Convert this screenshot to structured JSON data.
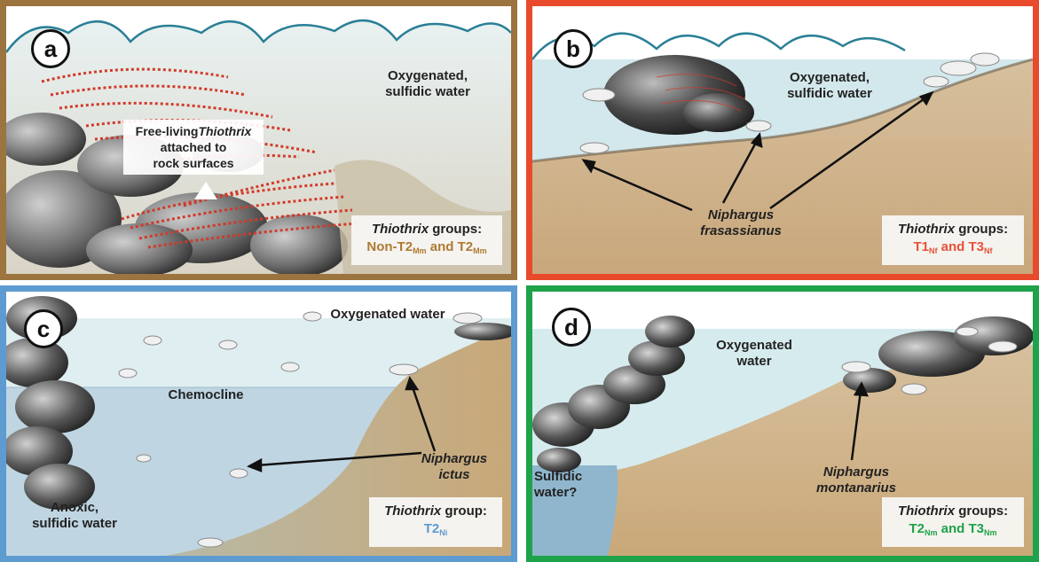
{
  "colors": {
    "panel_a_border": "#9b7440",
    "panel_b_border": "#e84a2b",
    "panel_c_border": "#5d9bd1",
    "panel_d_border": "#1ea24a",
    "water": "#cfe4e8",
    "sediment": "#c7a77c",
    "wave": "#2a7f96"
  },
  "panels": [
    {
      "letter": "a",
      "water_label": "Oxygenated, sulfidic water",
      "water_label_line1": "Oxygenated,",
      "water_label_line2": "sulfidic water",
      "callout_line1_a": "Free-living",
      "callout_line1_b": "Thiothrix",
      "callout_line2": "attached to",
      "callout_line3": "rock surfaces",
      "legend_title_italic": "Thiothrix",
      "legend_title_rest": "groups:",
      "group1": "Non-T2",
      "group1_sub": "Mm",
      "connector": "and",
      "group2": "T2",
      "group2_sub": "Mm",
      "legend_color": "#b07a32"
    },
    {
      "letter": "b",
      "water_label_line1": "Oxygenated,",
      "water_label_line2": "sulfidic water",
      "species_line1": "Niphargus",
      "species_line2": "frasassianus",
      "legend_title_italic": "Thiothrix",
      "legend_title_rest": "groups:",
      "group1": "T1",
      "group1_sub": "Nf",
      "connector": "and",
      "group2": "T3",
      "group2_sub": "Nf",
      "legend_color": "#e8503a"
    },
    {
      "letter": "c",
      "water_top_label": "Oxygenated water",
      "chemocline_label": "Chemocline",
      "anoxic_line1": "Anoxic,",
      "anoxic_line2": "sulfidic water",
      "species_line1": "Niphargus",
      "species_line2": "ictus",
      "legend_title_italic": "Thiothrix",
      "legend_title_rest": "group:",
      "group1": "T2",
      "group1_sub": "Ni",
      "legend_color": "#5d9bd1"
    },
    {
      "letter": "d",
      "water_label_line1": "Oxygenated",
      "water_label_line2": "water",
      "sulfidic_line1": "Sulfidic",
      "sulfidic_line2": "water?",
      "species_line1": "Niphargus",
      "species_line2": "montanarius",
      "legend_title_italic": "Thiothrix",
      "legend_title_rest": "groups:",
      "group1": "T2",
      "group1_sub": "Nm",
      "connector": "and",
      "group2": "T3",
      "group2_sub": "Nm",
      "legend_color": "#1ea24a"
    }
  ]
}
